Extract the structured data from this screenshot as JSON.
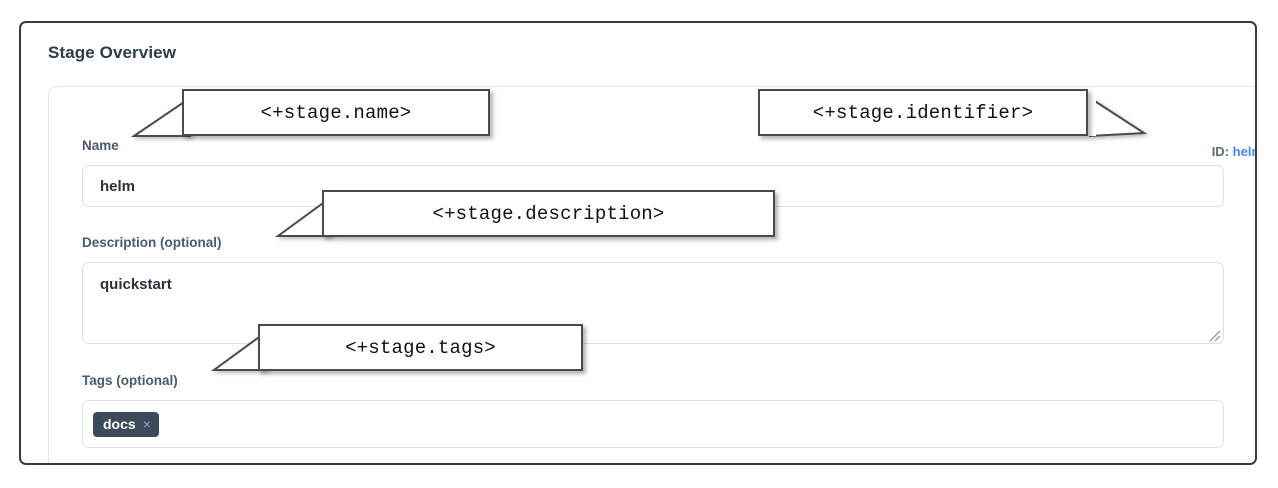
{
  "panel": {
    "title": "Stage Overview"
  },
  "stage_id": {
    "label": "ID:",
    "value": "helm",
    "value_color": "#3d8bf2"
  },
  "fields": {
    "name": {
      "label": "Name",
      "value": "helm",
      "placeholder": ""
    },
    "description": {
      "label": "Description (optional)",
      "value": "quickstart",
      "placeholder": ""
    },
    "tags": {
      "label": "Tags (optional)",
      "chips": [
        {
          "text": "docs",
          "remove_glyph": "×"
        }
      ]
    }
  },
  "callouts": [
    {
      "text": "<+stage.name>"
    },
    {
      "text": "<+stage.identifier>"
    },
    {
      "text": "<+stage.description>"
    },
    {
      "text": "<+stage.tags>"
    }
  ],
  "colors": {
    "frame_border": "#3a3a3a",
    "label": "#4a5b6d",
    "chip_background": "#3c4a5a",
    "accent_blue": "#3d8bf2",
    "input_border": "#dcdfe3"
  }
}
